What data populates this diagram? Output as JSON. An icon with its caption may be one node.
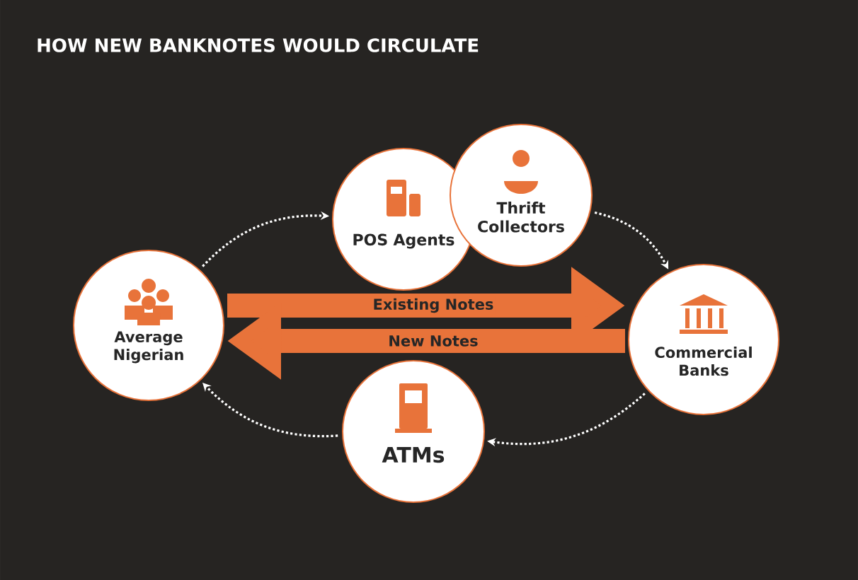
{
  "diagram": {
    "title": "HOW NEW BANKNOTES WOULD CIRCULATE",
    "nodes": [
      {
        "text": [
          "Average Nigerian"
        ]
      },
      {
        "text": [
          "POS Agents"
        ]
      },
      {
        "text": [
          "Thrift Collectors"
        ]
      },
      {
        "text": [
          "Commercial Banks"
        ]
      },
      {
        "text": [
          "ATMs"
        ]
      }
    ],
    "edges": [
      {
        "from": 0,
        "to": 1,
        "arrow": "to",
        "style": "dashed"
      },
      {
        "from": 2,
        "to": 3,
        "arrow": "to",
        "style": "dashed"
      },
      {
        "from": 3,
        "to": 4,
        "arrow": "to",
        "style": "dashed"
      },
      {
        "from": 4,
        "to": 0,
        "arrow": "to",
        "style": "dashed"
      },
      {
        "from": 0,
        "to": 3,
        "arrow": "to",
        "label": "Existing Notes",
        "style": "thick",
        "color": "#e8733a"
      },
      {
        "from": 3,
        "to": 0,
        "arrow": "to",
        "label": "New Notes",
        "style": "thick",
        "color": "#e8733a"
      }
    ]
  }
}
